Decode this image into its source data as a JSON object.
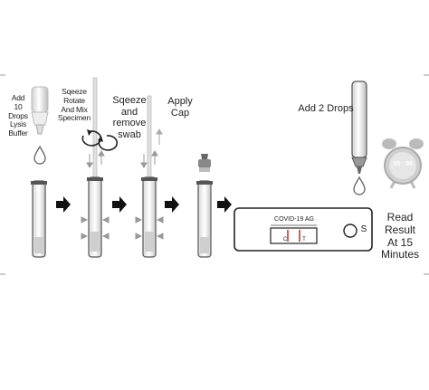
{
  "steps": [
    {
      "label": "Add\n10 Drops\nLysis Buffer"
    },
    {
      "label": "Sqeeze\nRotate\nAnd Mix\nSpecimen"
    },
    {
      "label": "Sqeeze\nand\nremove\nswab"
    },
    {
      "label": "Apply\nCap"
    },
    {
      "label": "Add 2 Drops"
    },
    {
      "label": "Read Result\nAt 15\nMinutes"
    }
  ],
  "test_cassette": {
    "brand_label": "COVID-19 AG",
    "line_c": "C",
    "line_t": "T",
    "sample_port": "S"
  },
  "clock": {
    "time": "15 : 00"
  }
}
